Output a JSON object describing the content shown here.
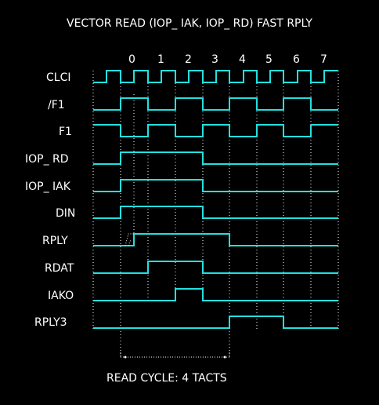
{
  "title": "VECTOR READ (IOP_ IAK, IOP_ RD) FAST RPLY",
  "footer": "READ CYCLE: 4 TACTS",
  "ticks": [
    "0",
    "1",
    "2",
    "3",
    "4",
    "5",
    "6",
    "7"
  ],
  "signals": [
    {
      "name": "CLCI",
      "label": "CLCI"
    },
    {
      "name": "nf1",
      "label": "/F1"
    },
    {
      "name": "f1",
      "label": "F1"
    },
    {
      "name": "iop-rd",
      "label": "IOP_ RD"
    },
    {
      "name": "iop-iak",
      "label": "IOP_ IAK"
    },
    {
      "name": "din",
      "label": "DIN"
    },
    {
      "name": "rply",
      "label": "RPLY"
    },
    {
      "name": "rdat",
      "label": "RDAT"
    },
    {
      "name": "iako",
      "label": "IAKO"
    },
    {
      "name": "rply3",
      "label": "RPLY3"
    }
  ],
  "colors": {
    "wave": "#22e0e0",
    "text": "#ffffff",
    "background": "#000000"
  }
}
